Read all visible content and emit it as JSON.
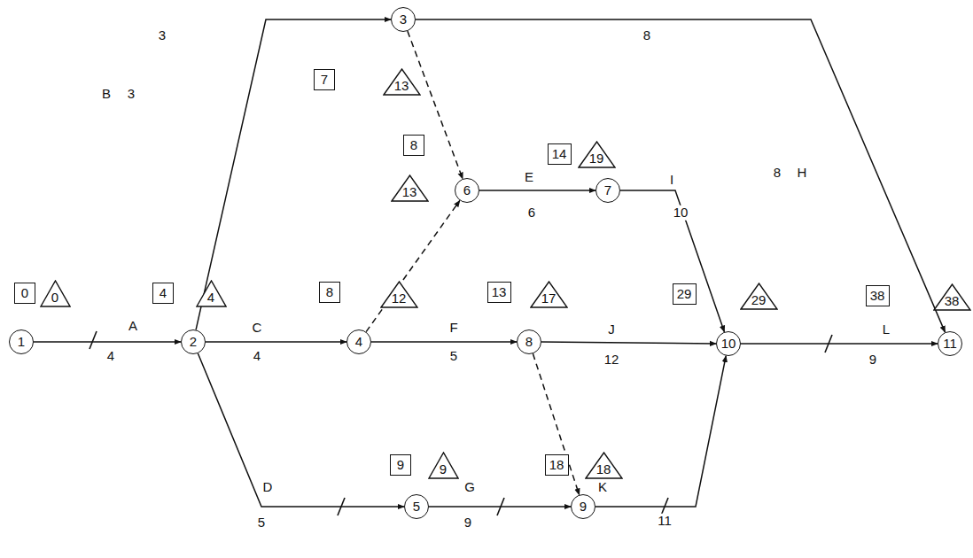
{
  "diagram": {
    "nodes": [
      {
        "text": [
          "1"
        ]
      },
      {
        "text": [
          "2"
        ]
      },
      {
        "text": [
          "3"
        ]
      },
      {
        "text": [
          "4"
        ]
      },
      {
        "text": [
          "5"
        ]
      },
      {
        "text": [
          "6"
        ]
      },
      {
        "text": [
          "7"
        ]
      },
      {
        "text": [
          "8"
        ]
      },
      {
        "text": [
          "9"
        ]
      },
      {
        "text": [
          "10"
        ]
      },
      {
        "text": [
          "11"
        ]
      },
      {
        "text": [
          "0"
        ]
      },
      {
        "text": [
          "0"
        ]
      },
      {
        "text": [
          "4"
        ]
      },
      {
        "text": [
          "4"
        ]
      },
      {
        "text": [
          "7"
        ]
      },
      {
        "text": [
          "13"
        ]
      },
      {
        "text": [
          "8"
        ]
      },
      {
        "text": [
          "12"
        ]
      },
      {
        "text": [
          "9"
        ]
      },
      {
        "text": [
          "9"
        ]
      },
      {
        "text": [
          "8"
        ]
      },
      {
        "text": [
          "13"
        ]
      },
      {
        "text": [
          "14"
        ]
      },
      {
        "text": [
          "19"
        ]
      },
      {
        "text": [
          "13"
        ]
      },
      {
        "text": [
          "17"
        ]
      },
      {
        "text": [
          "18"
        ]
      },
      {
        "text": [
          "18"
        ]
      },
      {
        "text": [
          "29"
        ]
      },
      {
        "text": [
          "29"
        ]
      },
      {
        "text": [
          "38"
        ]
      },
      {
        "text": [
          "38"
        ]
      }
    ],
    "edges": [
      {
        "from": 0,
        "to": 1,
        "arrow": "to",
        "label": "A"
      },
      {
        "from": 1,
        "to": 2,
        "arrow": "to",
        "label": "B"
      },
      {
        "from": 1,
        "to": 3,
        "arrow": "to",
        "label": "C"
      },
      {
        "from": 1,
        "to": 4,
        "arrow": "to",
        "label": "D"
      },
      {
        "from": 2,
        "to": 5,
        "arrow": "to"
      },
      {
        "from": 3,
        "to": 5,
        "arrow": "to"
      },
      {
        "from": 5,
        "to": 6,
        "arrow": "to",
        "label": "E"
      },
      {
        "from": 3,
        "to": 7,
        "arrow": "to",
        "label": "F"
      },
      {
        "from": 4,
        "to": 8,
        "arrow": "to",
        "label": "G"
      },
      {
        "from": 7,
        "to": 8,
        "arrow": "to"
      },
      {
        "from": 2,
        "to": 10,
        "arrow": "to",
        "label": "H"
      },
      {
        "from": 6,
        "to": 9,
        "arrow": "to",
        "label": "I"
      },
      {
        "from": 7,
        "to": 9,
        "arrow": "to",
        "label": "J"
      },
      {
        "from": 8,
        "to": 9,
        "arrow": "to",
        "label": "K"
      },
      {
        "from": 9,
        "to": 10,
        "arrow": "to",
        "label": "L"
      }
    ],
    "labels": [
      "4",
      "3",
      "3",
      "4",
      "5",
      "6",
      "5",
      "9",
      "8",
      "8",
      "10",
      "12",
      "11",
      "9"
    ]
  }
}
